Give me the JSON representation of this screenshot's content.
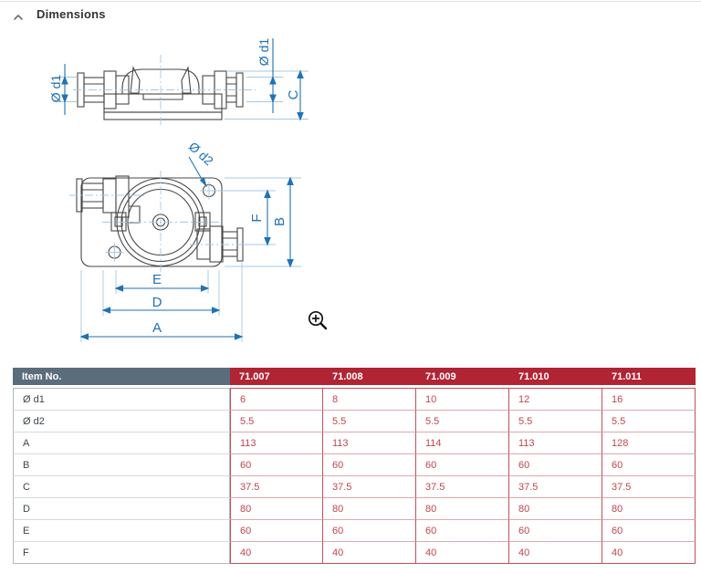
{
  "section": {
    "title": "Dimensions",
    "collapse_icon": "chevron-up"
  },
  "drawing": {
    "zoom_icon": "magnifier-plus",
    "side_view": {
      "labels": {
        "d1_left": "Ø d1",
        "d1_top": "Ø d1",
        "c": "C"
      }
    },
    "front_view": {
      "labels": {
        "d2": "Ø d2",
        "f": "F",
        "b": "B",
        "e": "E",
        "d": "D",
        "a": "A"
      }
    },
    "colors": {
      "dimension_blue": "#2072b5",
      "extension_blue": "#a6c8e4",
      "line_gray": "#474747"
    }
  },
  "table": {
    "header": {
      "item_no": "Item No.",
      "items": [
        "71.007",
        "71.008",
        "71.009",
        "71.010",
        "71.011"
      ]
    },
    "rows": [
      {
        "label": "Ø d1",
        "values": [
          "6",
          "8",
          "10",
          "12",
          "16"
        ]
      },
      {
        "label": "Ø d2",
        "values": [
          "5.5",
          "5.5",
          "5.5",
          "5.5",
          "5.5"
        ]
      },
      {
        "label": "A",
        "values": [
          "113",
          "113",
          "114",
          "113",
          "128"
        ]
      },
      {
        "label": "B",
        "values": [
          "60",
          "60",
          "60",
          "60",
          "60"
        ]
      },
      {
        "label": "C",
        "values": [
          "37.5",
          "37.5",
          "37.5",
          "37.5",
          "37.5"
        ]
      },
      {
        "label": "D",
        "values": [
          "80",
          "80",
          "80",
          "80",
          "80"
        ]
      },
      {
        "label": "E",
        "values": [
          "60",
          "60",
          "60",
          "60",
          "60"
        ]
      },
      {
        "label": "F",
        "values": [
          "40",
          "40",
          "40",
          "40",
          "40"
        ]
      }
    ],
    "colors": {
      "header_item_bg": "#5b6d7a",
      "header_red_bg": "#b02433",
      "cell_text_red": "#c2454e",
      "border_red": "#c5505a",
      "border_gray": "#b2bbc0"
    }
  }
}
